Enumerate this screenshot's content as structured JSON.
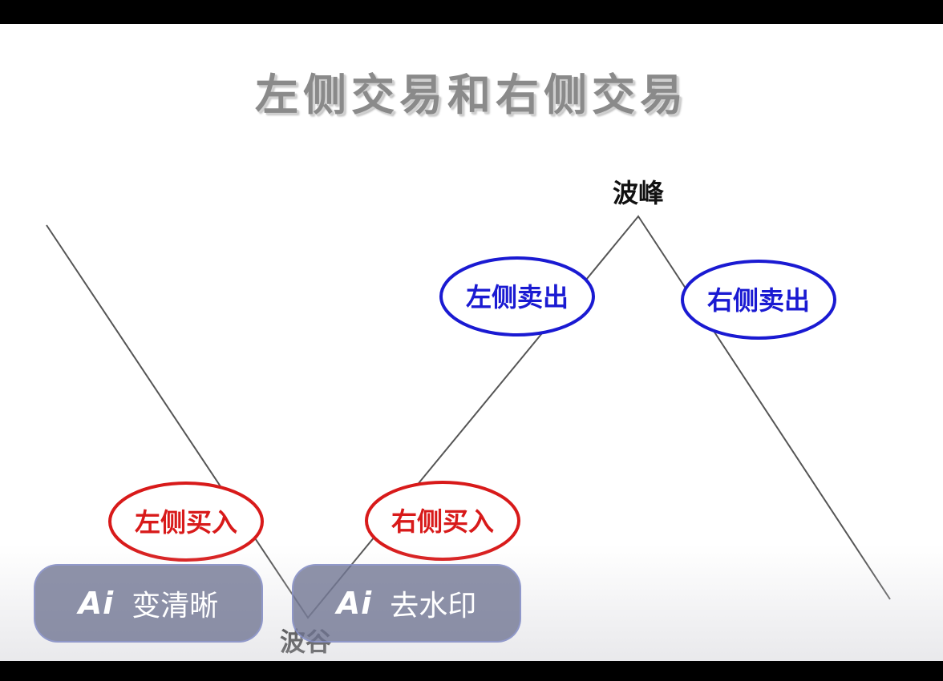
{
  "title": "左侧交易和右侧交易",
  "labels": {
    "peak": "波峰",
    "trough": "波谷",
    "left_sell": "左侧卖出",
    "right_sell": "右侧卖出",
    "left_buy": "左侧买入",
    "right_buy": "右侧买入"
  },
  "colors": {
    "sell": "#1a1ad2",
    "buy": "#d81a1a",
    "line": "#555555",
    "title": "#8a8a8a"
  },
  "overlay_buttons": {
    "logo": "Ai",
    "enhance": "变清晰",
    "remove_watermark": "去水印"
  },
  "icons": {
    "ai": "ai-logo-icon"
  }
}
